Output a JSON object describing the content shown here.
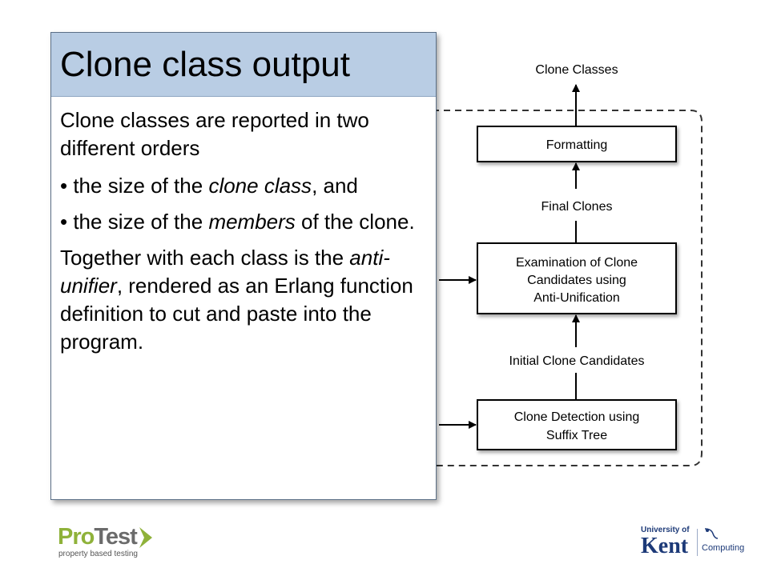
{
  "title": "Clone class output",
  "content": {
    "intro": "Clone classes are reported in two different orders",
    "bullet1": {
      "pre": "• the size of the ",
      "em": "clone class",
      "post": ", and"
    },
    "bullet2": {
      "pre": "• the size of the ",
      "em": "members",
      "post": " of the clone."
    },
    "closing": {
      "pre": "Together with each class is the ",
      "em": "anti-unifier",
      "post": ", rendered as an Erlang function definition to cut and paste into the program."
    }
  },
  "diagram": {
    "top_label": "Clone Classes",
    "box_formatting": "Formatting",
    "label_final": "Final Clones",
    "box_examination": [
      "Examination of Clone",
      "Candidates using",
      "Anti-Unification"
    ],
    "label_initial": "Initial Clone Candidates",
    "box_detection": [
      "Clone Detection using",
      "Suffix Tree"
    ]
  },
  "footer": {
    "protest_logo": {
      "word_pro": "Pro",
      "word_test": "Test",
      "tagline": "property based testing"
    },
    "kent_logo": {
      "top": "University of",
      "main": "Kent",
      "dept": "Computing"
    }
  },
  "colors": {
    "title_bg": "#b9cde4",
    "protest_green": "#8fb23a",
    "kent_blue": "#1d3a78"
  }
}
